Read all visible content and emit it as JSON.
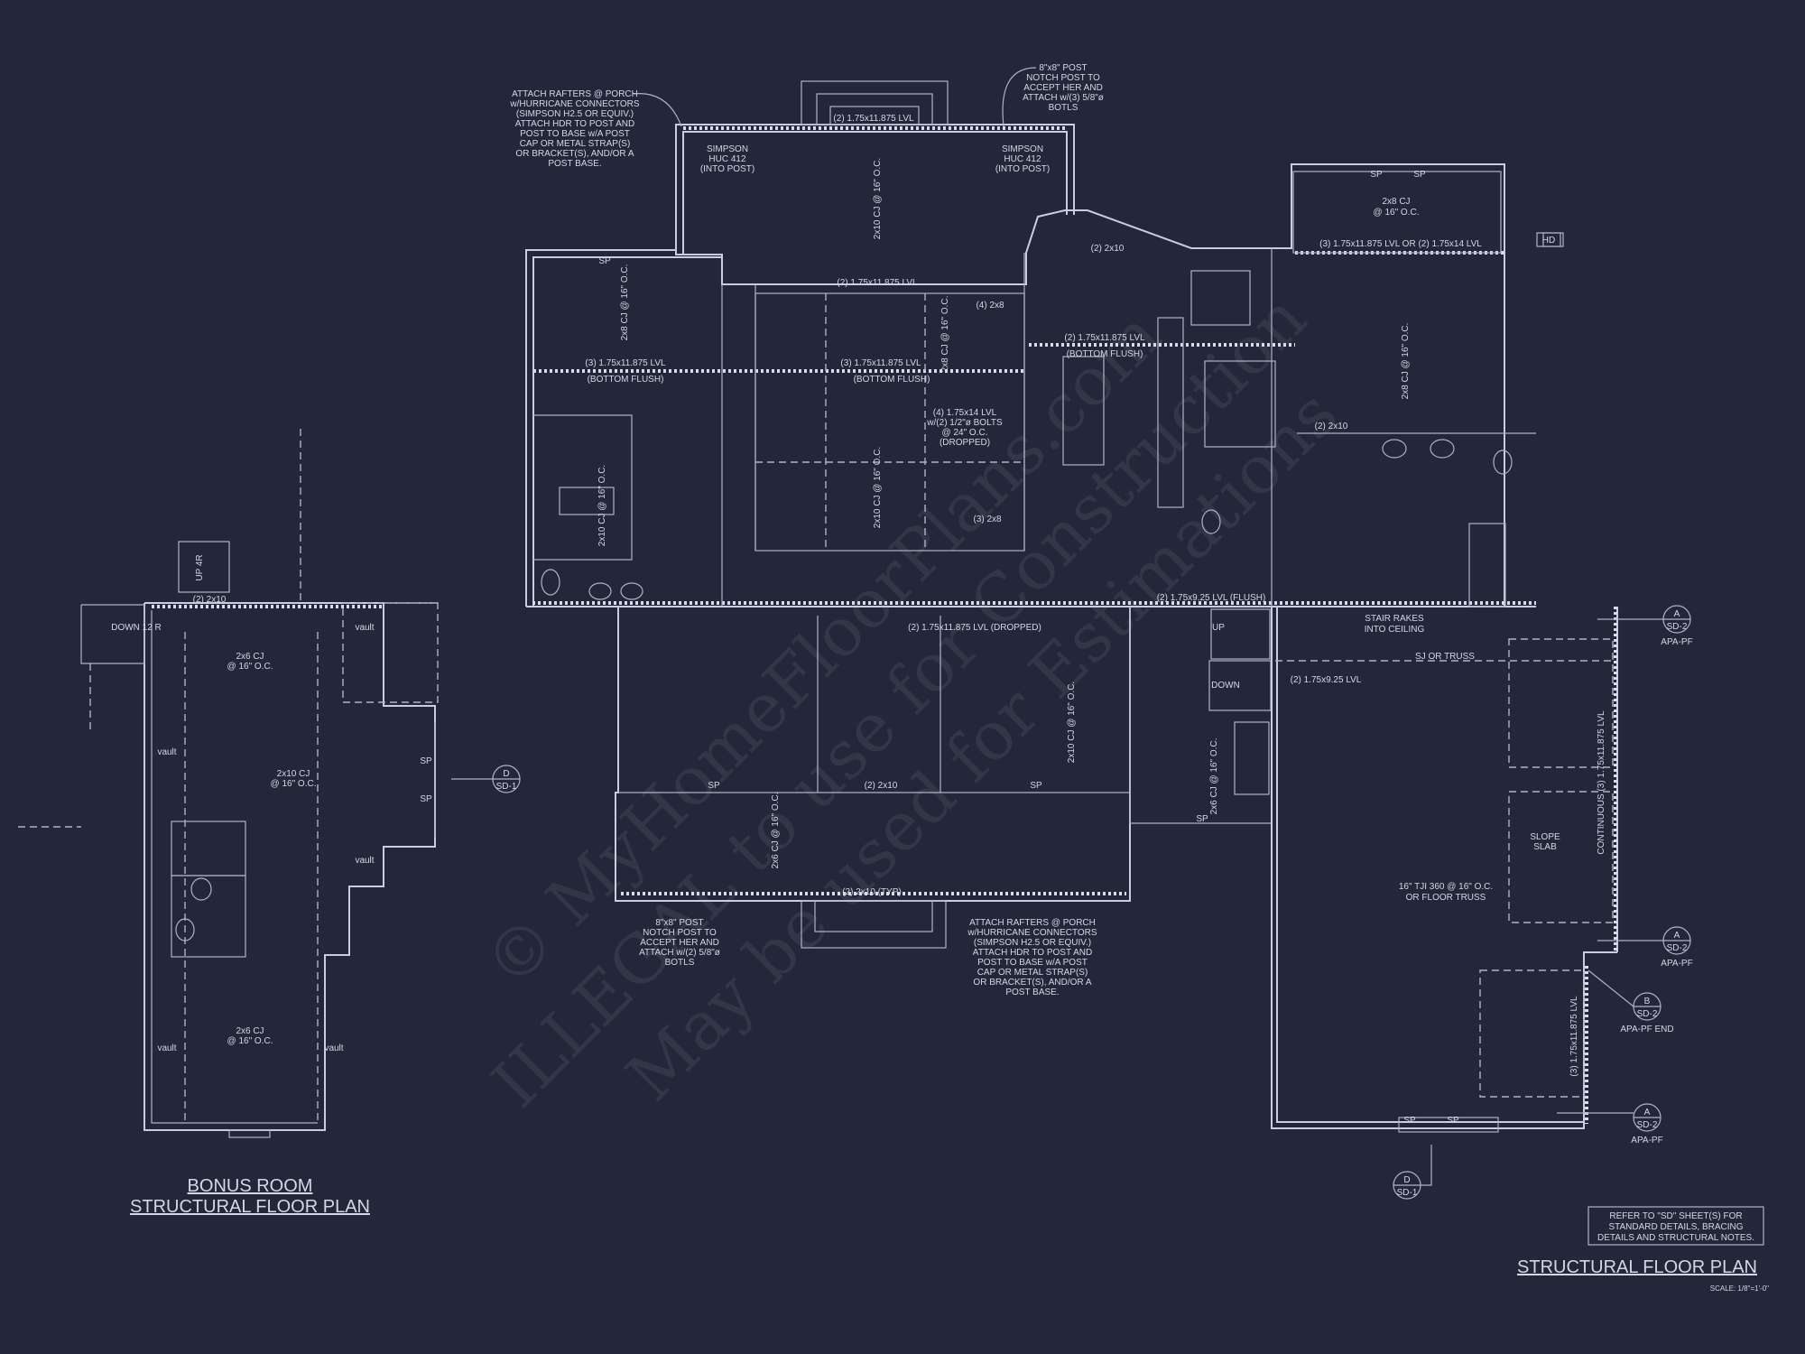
{
  "colors": {
    "background": "#232739",
    "lines": "#c9cde0"
  },
  "watermark": {
    "line1": "© MyHomeFloorPlans.com",
    "line2": "ILLEGAL to use for Construction",
    "line3": "May be used for Estimations"
  },
  "titles": {
    "main": "STRUCTURAL FLOOR PLAN",
    "main_scale": "SCALE: 1/8\"=1'-0\"",
    "bonus_line1": "BONUS ROOM",
    "bonus_line2": "STRUCTURAL FLOOR PLAN"
  },
  "general_note": [
    "REFER TO \"SD\" SHEET(S) FOR",
    "STANDARD DETAILS, BRACING",
    "DETAILS AND STRUCTURAL NOTES."
  ],
  "notes": {
    "porch_top": [
      "ATTACH RAFTERS @ PORCH",
      "w/HURRICANE CONNECTORS",
      "(SIMPSON H2.5 OR EQUIV.)",
      "ATTACH HDR TO POST AND",
      "POST TO BASE w/A POST",
      "CAP OR METAL STRAP(S)",
      "OR BRACKET(S), AND/OR A",
      "POST BASE."
    ],
    "porch_bottom": [
      "ATTACH RAFTERS @ PORCH",
      "w/HURRICANE CONNECTORS",
      "(SIMPSON H2.5 OR EQUIV.)",
      "ATTACH HDR TO POST AND",
      "POST TO BASE w/A POST",
      "CAP OR METAL STRAP(S)",
      "OR BRACKET(S), AND/OR A",
      "POST BASE."
    ],
    "post_top": [
      "8\"x8\" POST",
      "NOTCH POST TO",
      "ACCEPT HER AND",
      "ATTACH w/(3) 5/8\"ø",
      "BOTLS"
    ],
    "post_bottom": [
      "8\"x8\" POST",
      "NOTCH POST TO",
      "ACCEPT HER AND",
      "ATTACH w/(2) 5/8\"ø",
      "BOTLS"
    ],
    "simpson_left": [
      "SIMPSON",
      "HUC 412",
      "(INTO POST)"
    ],
    "simpson_right": [
      "SIMPSON",
      "HUC 412",
      "(INTO POST)"
    ]
  },
  "labels": {
    "porch_beam": "(2) 1.75x11.875 LVL",
    "beam_mid_top": "(2) 1.75x11.875 LVL",
    "beam_left": "(3) 1.75x11.875 LVL",
    "beam_left_flush": "(BOTTOM FLUSH)",
    "beam_center": "(3) 1.75x11.875 LVL",
    "beam_center_flush": "(BOTTOM FLUSH)",
    "beam_kitchen": "(2) 1.75x11.875 LVL",
    "beam_kitchen_flush": "(BOTTOM FLUSH)",
    "beam_right_top": "(3) 1.75x11.875 LVL OR (2) 1.75x14 LVL",
    "header_2x10_top": "(2) 2x10",
    "header_4_2x8": "(4) 2x8",
    "dropped_beam": [
      "(4) 1.75x14 LVL",
      "w/(2) 1/2\"ø BOLTS",
      "@ 24\" O.C.",
      "(DROPPED)"
    ],
    "header_3_2x8": "(3) 2x8",
    "beam_flush": "(2) 1.75x9.25 LVL (FLUSH)",
    "beam_dropped": "(2) 1.75x11.875 LVL (DROPPED)",
    "stair_rakes": [
      "STAIR RAKES",
      "INTO CEILING"
    ],
    "sj_truss": "SJ OR TRUSS",
    "beam_stair": "(2) 1.75x9.25 LVL",
    "stair_down": "DOWN",
    "stair_up": "UP",
    "garage_floor": [
      "16\" TJI 360 @ 16\" O.C.",
      "OR FLOOR TRUSS"
    ],
    "slope_slab": [
      "SLOPE",
      "SLAB"
    ],
    "continuous_beam": "CONTINUOUS (3) 1.75x11.875 LVL",
    "garage_beam": "(3) 1.75x11.875 LVL",
    "cj_right": [
      "2x8 CJ",
      "@ 16\" O.C."
    ],
    "header_2x10_door": "(2) 2x10",
    "header_typ": "(2) 2x10 (TYP)",
    "header_2x10_bath": "(2) 2x10",
    "hd": "HD",
    "cj_vertical": [
      "2x8 CJ @ 16\" O.C.",
      "2x10 CJ @ 16\" O.C.",
      "2x8 CJ @ 16\" O.C.",
      "2x10 CJ @ 16\" O.C.",
      "2x10 CJ @ 16\" O.C.",
      "2x6 CJ @ 16\" O.C.",
      "2x6 CJ @ 16\" O.C.",
      "2x10 CJ @ 16\" O.C.",
      "2x8 CJ @ 16\" O.C."
    ],
    "sp": "SP"
  },
  "bonus": {
    "cj_top": [
      "2x6 CJ",
      "@ 16\" O.C."
    ],
    "cj_mid": [
      "2x10 CJ",
      "@ 16\" O.C."
    ],
    "cj_bottom": [
      "2x6 CJ",
      "@ 16\" O.C."
    ],
    "vault": "vault",
    "stair_down": "DOWN 12 R",
    "stair_up": "UP 4R",
    "header": "(2) 2x10"
  },
  "section_markers": [
    {
      "letter": "A",
      "sheet": "SD-2",
      "note": "APA-PF"
    },
    {
      "letter": "A",
      "sheet": "SD-2",
      "note": "APA-PF"
    },
    {
      "letter": "B",
      "sheet": "SD-2",
      "note": "APA-PF END"
    },
    {
      "letter": "A",
      "sheet": "SD-2",
      "note": "APA-PF"
    },
    {
      "letter": "D",
      "sheet": "SD-1",
      "note": ""
    },
    {
      "letter": "D",
      "sheet": "SD-1",
      "note": ""
    }
  ]
}
